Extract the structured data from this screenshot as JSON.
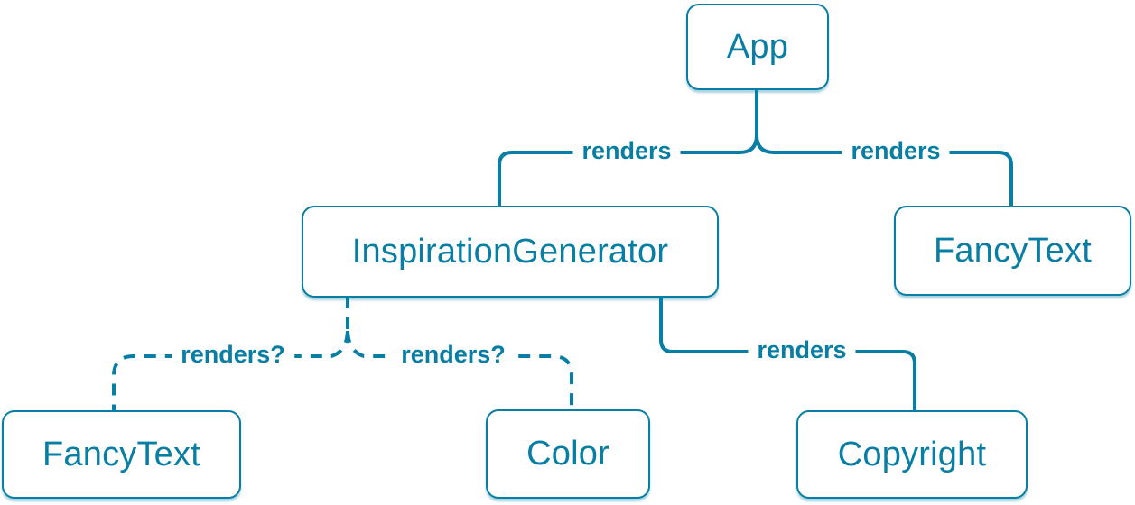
{
  "diagram": {
    "title": "react-component-render-tree",
    "accent_color": "#087ea4",
    "background_color": "#ffffff",
    "nodes": [
      {
        "id": "app",
        "label": "App"
      },
      {
        "id": "inspiration-generator",
        "label": "InspirationGenerator"
      },
      {
        "id": "fancy-text-top",
        "label": "FancyText"
      },
      {
        "id": "fancy-text-bottom",
        "label": "FancyText"
      },
      {
        "id": "color",
        "label": "Color"
      },
      {
        "id": "copyright",
        "label": "Copyright"
      }
    ],
    "edge_labels": [
      {
        "id": "app-to-inspiration-generator",
        "label": "renders",
        "style": "solid"
      },
      {
        "id": "app-to-fancy-text",
        "label": "renders",
        "style": "solid"
      },
      {
        "id": "inspiration-generator-to-copyright",
        "label": "renders",
        "style": "solid"
      },
      {
        "id": "inspiration-generator-to-fancy-text",
        "label": "renders?",
        "style": "dashed"
      },
      {
        "id": "inspiration-generator-to-color",
        "label": "renders?",
        "style": "dashed"
      }
    ]
  }
}
